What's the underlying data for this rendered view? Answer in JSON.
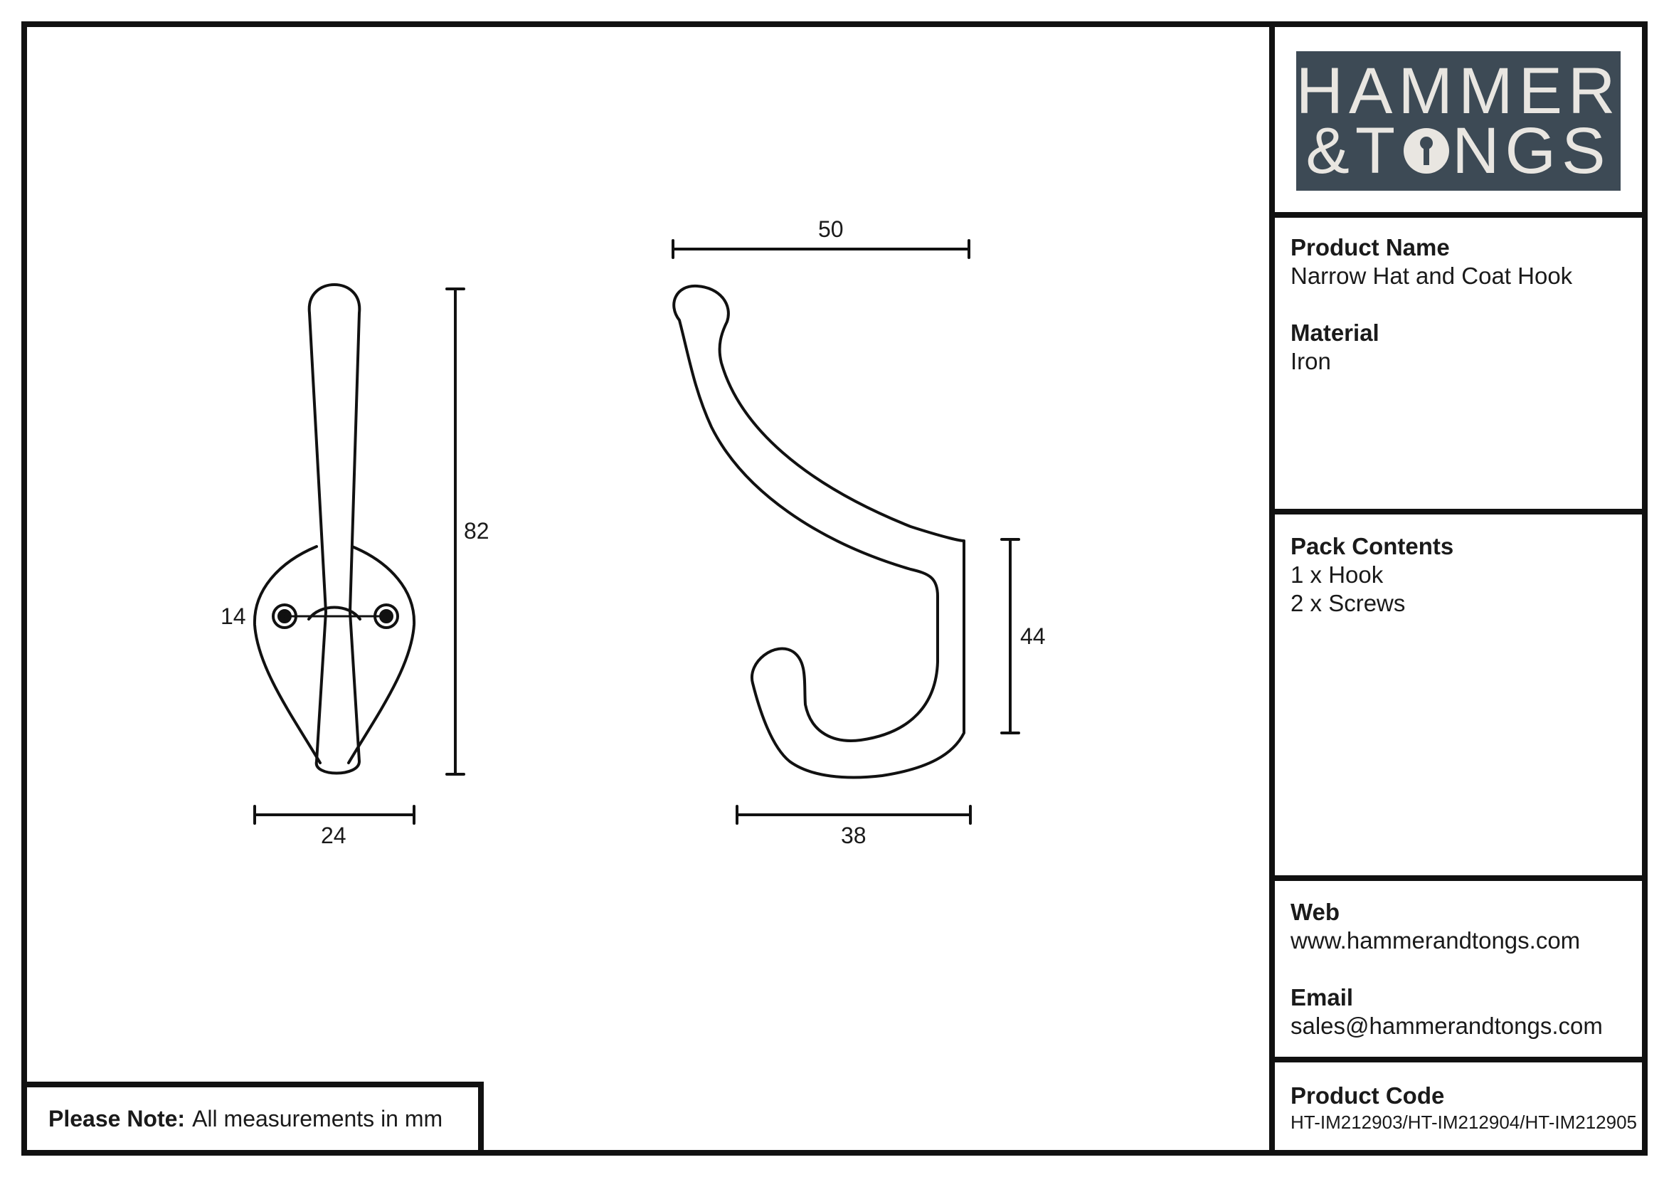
{
  "logo": {
    "line1": "HAMMER",
    "line2_prefix": "&T",
    "line2_suffix": "NGS"
  },
  "product_name": {
    "label": "Product Name",
    "value": "Narrow Hat and Coat Hook"
  },
  "material": {
    "label": "Material",
    "value": "Iron"
  },
  "pack_contents": {
    "label": "Pack Contents",
    "items": [
      "1 x Hook",
      "2 x Screws"
    ]
  },
  "web": {
    "label": "Web",
    "value": "www.hammerandtongs.com"
  },
  "email": {
    "label": "Email",
    "value": "sales@hammerandtongs.com"
  },
  "product_code": {
    "label": "Product Code",
    "value": "HT-IM212903/HT-IM212904/HT-IM212905"
  },
  "note": {
    "label": "Please Note:",
    "text": "All measurements in mm"
  },
  "dimensions": {
    "front_height": "82",
    "front_width": "24",
    "screw_spacing": "14",
    "side_depth": "50",
    "side_bottom_width": "38",
    "side_hook_height": "44"
  },
  "colors": {
    "line": "#111111",
    "logo_bg": "#3d4a55",
    "logo_text": "#e9e6e1"
  }
}
